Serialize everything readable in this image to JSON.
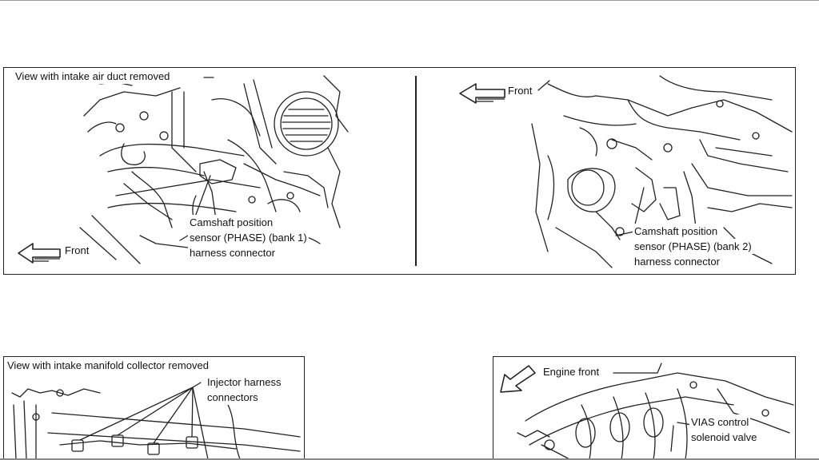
{
  "panel_top": {
    "left_view_caption": "View with intake air duct removed",
    "left_front_label": "Front",
    "left_callout": [
      "Camshaft position",
      "sensor (PHASE) (bank 1)",
      "harness connector"
    ],
    "right_front_label": "Front",
    "right_callout": [
      "Camshaft position",
      "sensor (PHASE) (bank 2)",
      "harness connector"
    ]
  },
  "panel_bottom_left": {
    "view_caption": "View with intake manifold collector removed",
    "callout": [
      "Injector harness",
      "connectors"
    ]
  },
  "panel_bottom_right": {
    "front_label": "Engine front",
    "callout": [
      "VIAS control",
      "solenoid valve"
    ]
  }
}
